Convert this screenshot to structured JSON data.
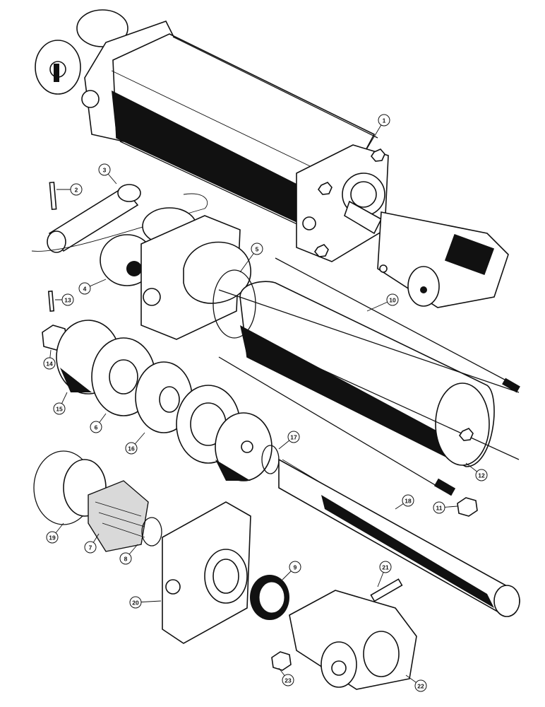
{
  "callouts": [
    "1",
    "2",
    "3",
    "4",
    "5",
    "6",
    "7",
    "8",
    "9",
    "10",
    "11",
    "12",
    "13",
    "14",
    "15",
    "16",
    "17",
    "18",
    "19",
    "20",
    "21",
    "22",
    "23"
  ],
  "callout_color": "#111111",
  "background": "#ffffff"
}
